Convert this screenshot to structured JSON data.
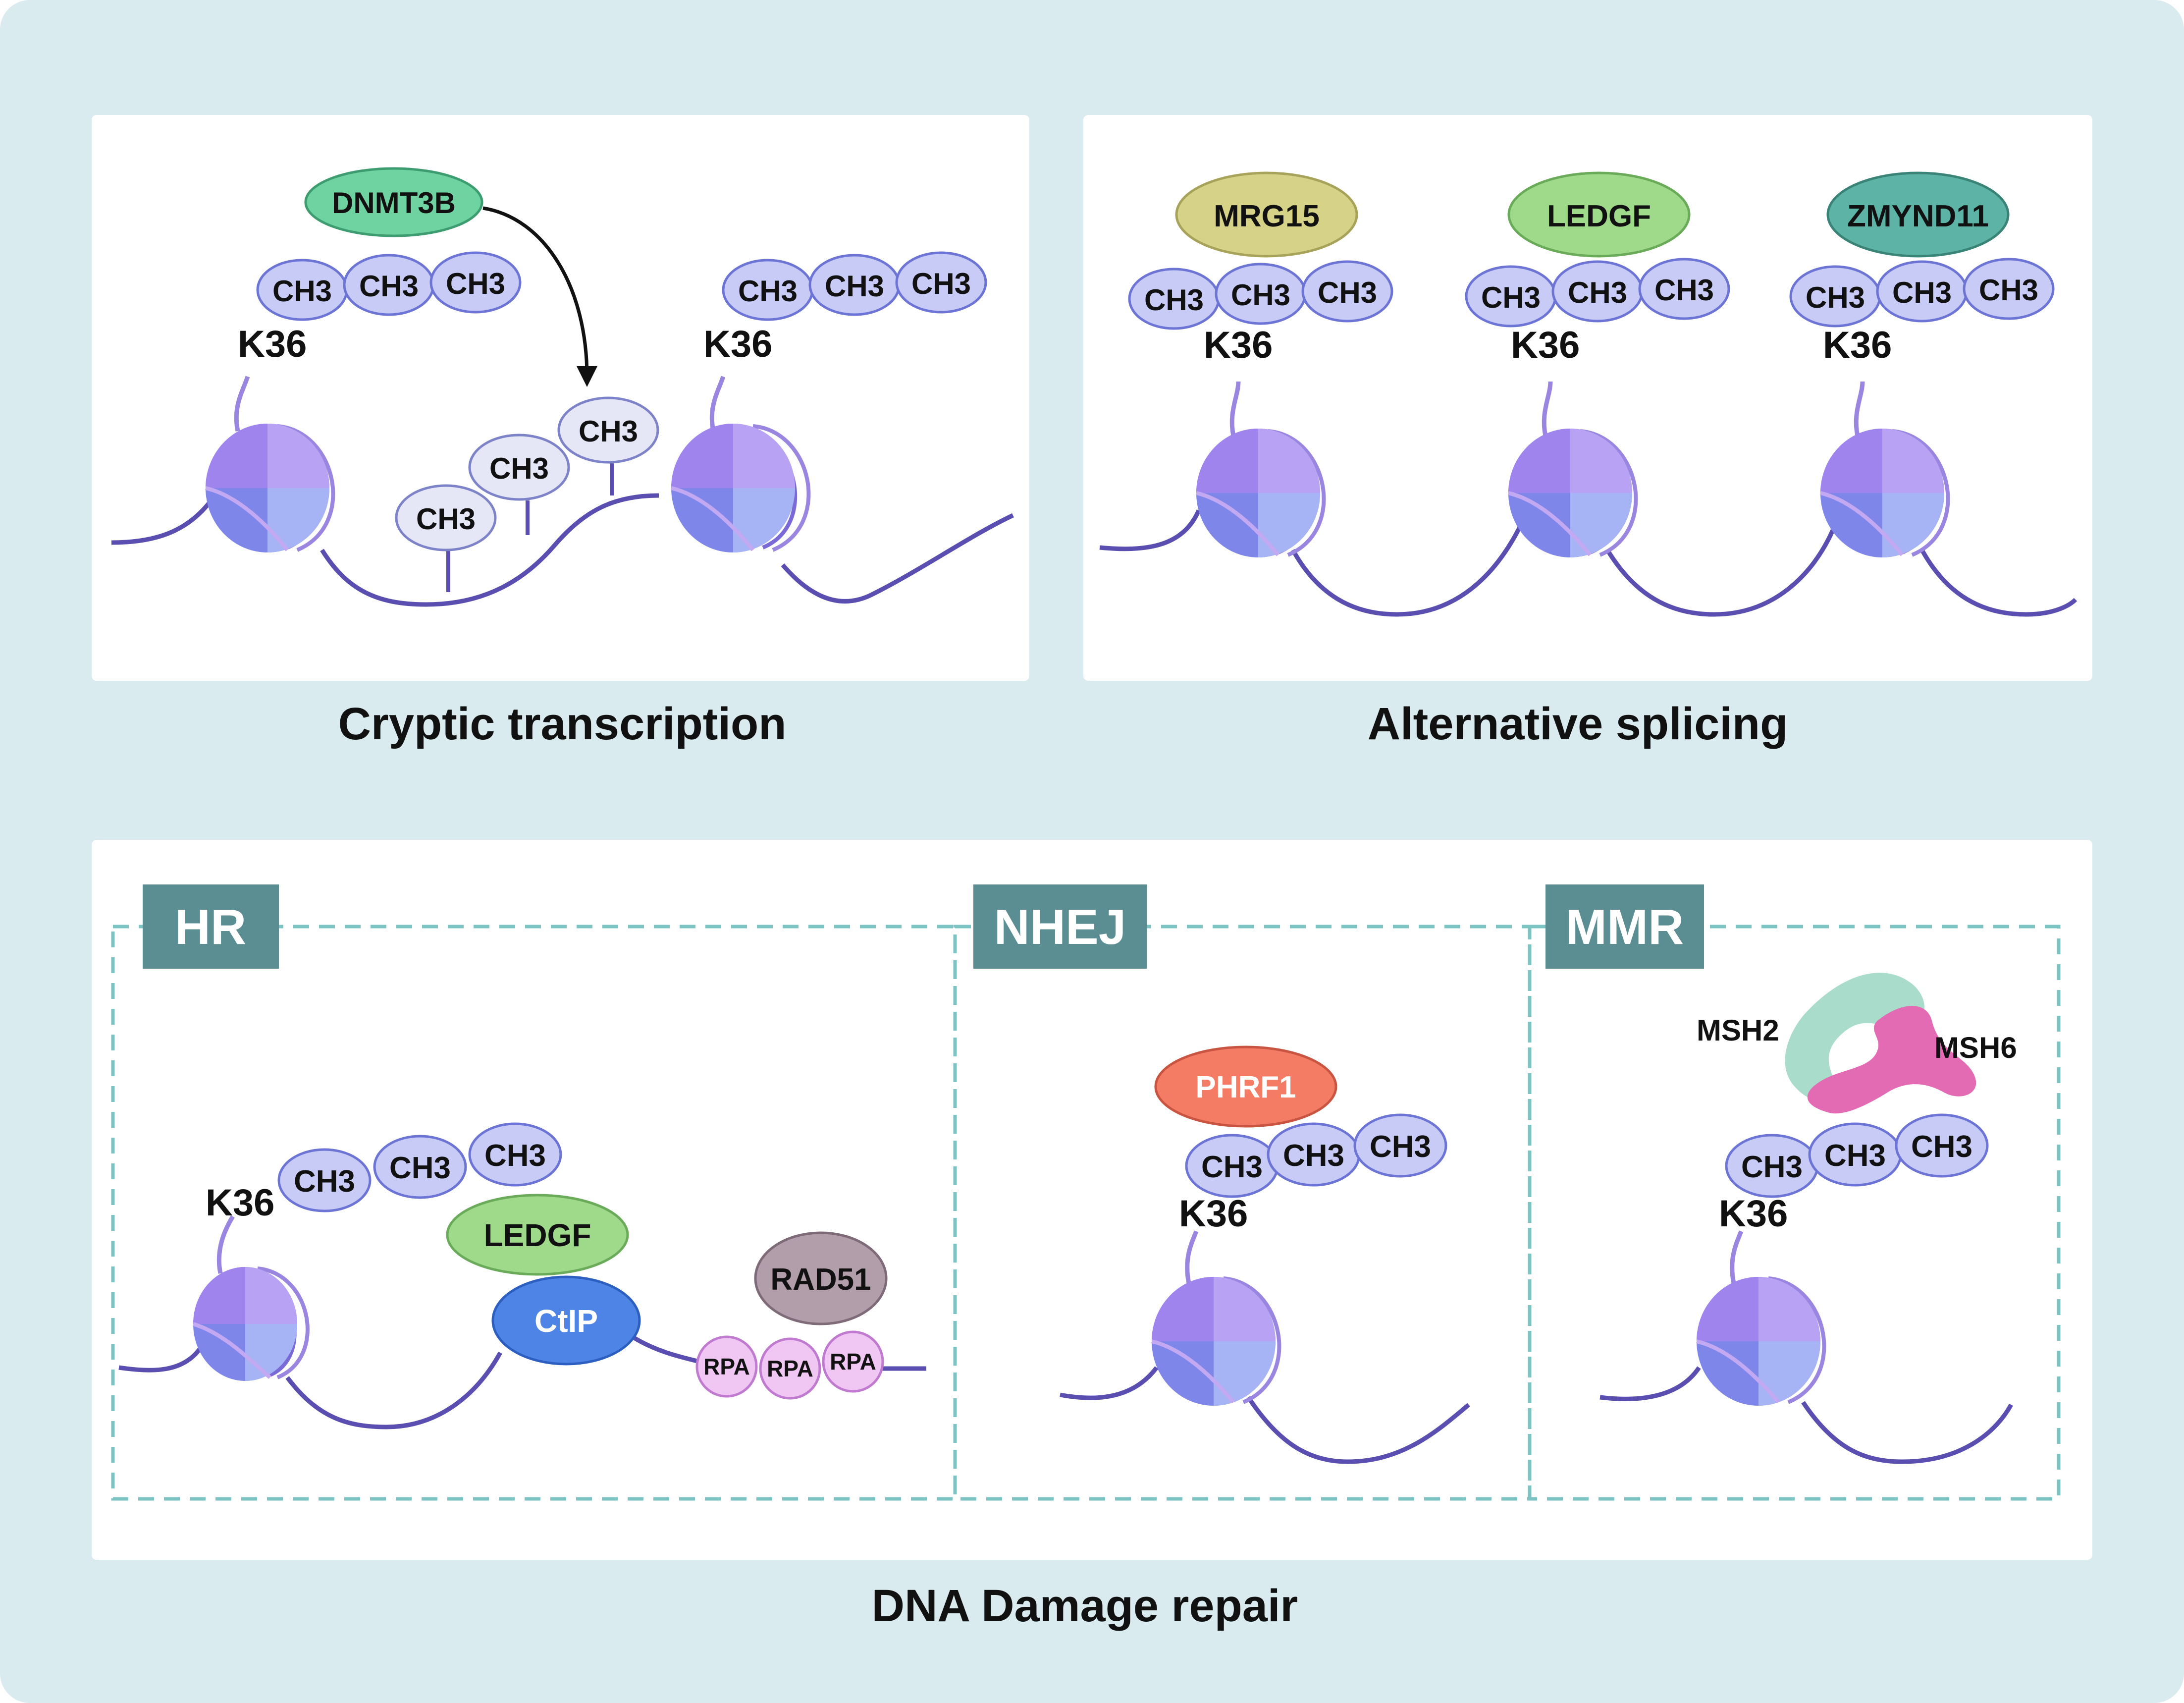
{
  "panels": {
    "cryptic": {
      "caption": "Cryptic transcription",
      "enzyme": "DNMT3B",
      "mark_label": "CH3",
      "residue_label": "K36",
      "dna_methyl_label": "CH3"
    },
    "splicing": {
      "caption": "Alternative splicing",
      "readers": [
        "MRG15",
        "LEDGF",
        "ZMYND11"
      ],
      "mark_label": "CH3",
      "residue_label": "K36"
    },
    "repair": {
      "caption": "DNA Damage repair",
      "hr": {
        "title": "HR",
        "residue_label": "K36",
        "mark_label": "CH3",
        "reader": "LEDGF",
        "factor": "CtIP",
        "recombinase": "RAD51",
        "ssb_label": "RPA"
      },
      "nhej": {
        "title": "NHEJ",
        "reader": "PHRF1",
        "mark_label": "CH3",
        "residue_label": "K36"
      },
      "mmr": {
        "title": "MMR",
        "proteins": [
          "MSH2",
          "MSH6"
        ],
        "mark_label": "CH3",
        "residue_label": "K36"
      }
    }
  },
  "colors": {
    "background": "#d9ebee",
    "panel": "#ffffff",
    "dna": "#5a4fb0",
    "ch3_fill": "#c7cbf5",
    "ch3_stroke": "#6c74d6",
    "dna_methyl_fill": "#e6e7f6",
    "dnmt3b": "#6ed3a1",
    "mrg15": "#d6d388",
    "ledgf": "#9fd98a",
    "zmynd11": "#5cb3a6",
    "ctip": "#4d84e6",
    "rad51": "#b29eab",
    "rpa": "#f0c6f3",
    "phrf1": "#f57c64",
    "msh2": "#a9dccb",
    "msh6": "#e36bb4",
    "badge": "#5a8e93",
    "dash": "#7cc4c4"
  }
}
